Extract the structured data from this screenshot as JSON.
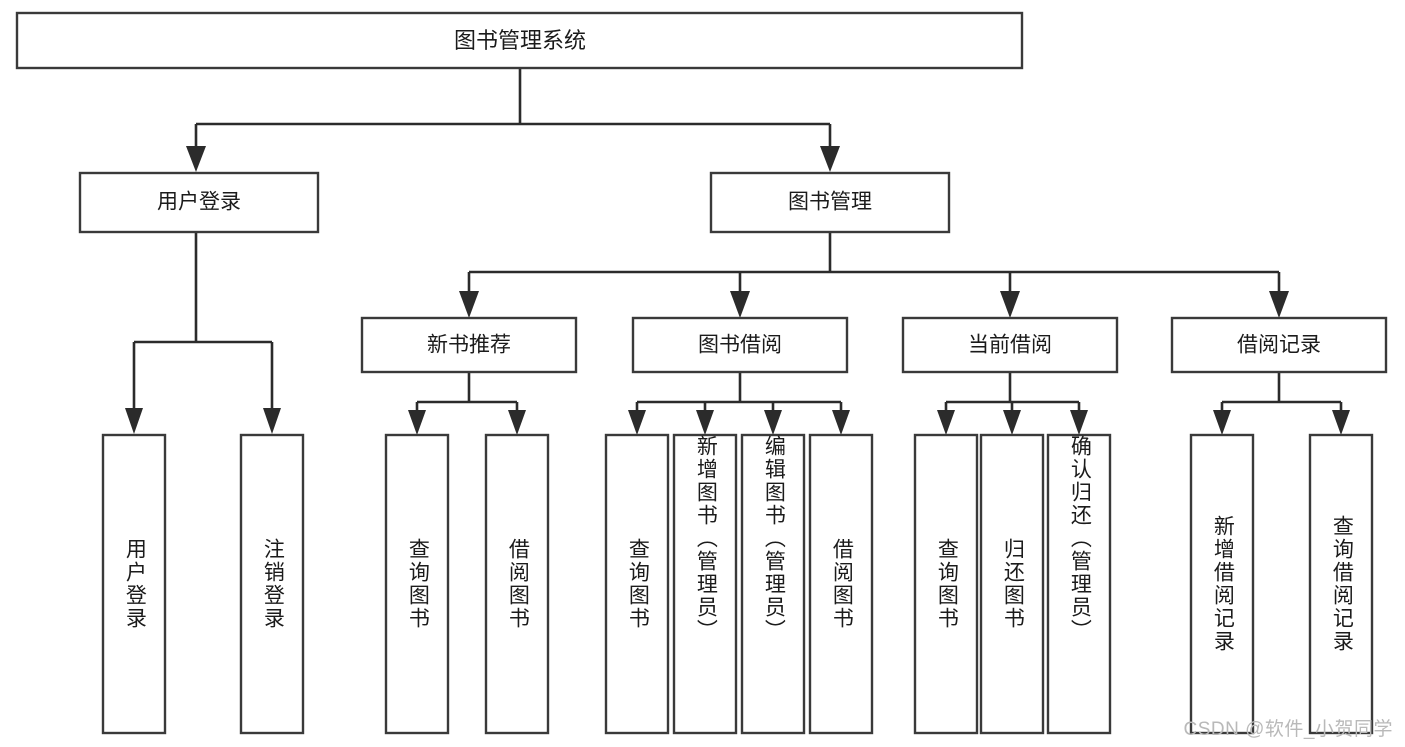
{
  "diagram": {
    "type": "tree",
    "title": "图书管理系统",
    "watermark": "CSDN @软件_小贺同学",
    "colors": {
      "box_stroke": "#3a3a3a",
      "connector": "#2b2b2b",
      "box_fill": "#ffffff",
      "text": "#1b1b1b",
      "watermark": "#b9b9b9"
    },
    "root": {
      "label": "图书管理系统"
    },
    "level2": [
      {
        "label": "用户登录"
      },
      {
        "label": "图书管理"
      }
    ],
    "level3": [
      {
        "label": "新书推荐"
      },
      {
        "label": "图书借阅"
      },
      {
        "label": "当前借阅"
      },
      {
        "label": "借阅记录"
      }
    ],
    "leaves": {
      "user_login": [
        {
          "label": "用户登录"
        },
        {
          "label": "注销登录"
        }
      ],
      "new_book_recommend": [
        {
          "label": "查询图书"
        },
        {
          "label": "借阅图书"
        }
      ],
      "book_borrow": [
        {
          "label": "查询图书"
        },
        {
          "label": "新增图书（管理员）"
        },
        {
          "label": "编辑图书（管理员）"
        },
        {
          "label": "借阅图书"
        }
      ],
      "current_borrow": [
        {
          "label": "查询图书"
        },
        {
          "label": "归还图书"
        },
        {
          "label": "确认归还（管理员）"
        }
      ],
      "borrow_record": [
        {
          "label": "新增借阅记录"
        },
        {
          "label": "查询借阅记录"
        }
      ]
    }
  }
}
